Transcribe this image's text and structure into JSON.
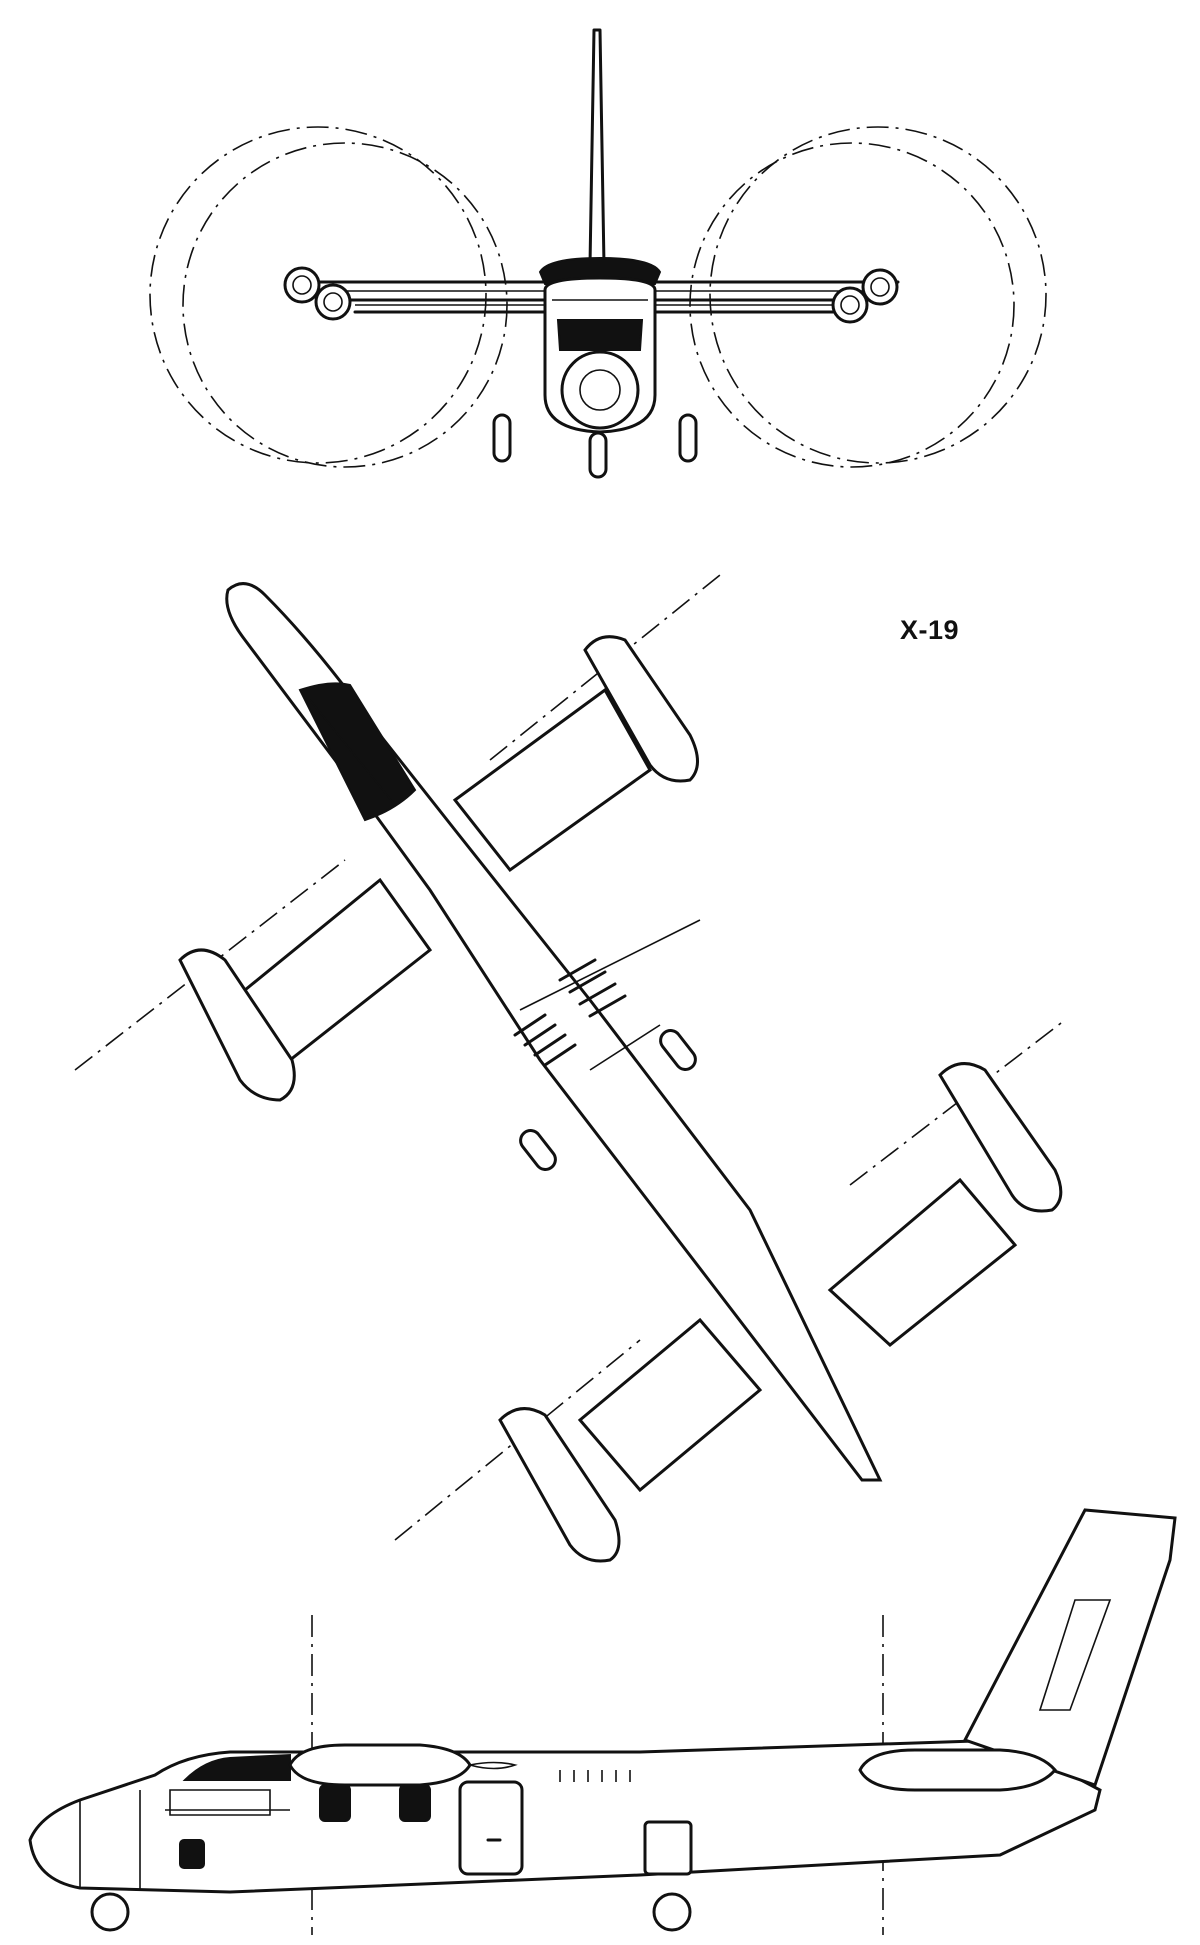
{
  "drawing": {
    "title": "X-19",
    "views": [
      "front-view",
      "top-view",
      "side-view"
    ],
    "ink_color": "#111111",
    "paper_color": "#ffffff"
  }
}
